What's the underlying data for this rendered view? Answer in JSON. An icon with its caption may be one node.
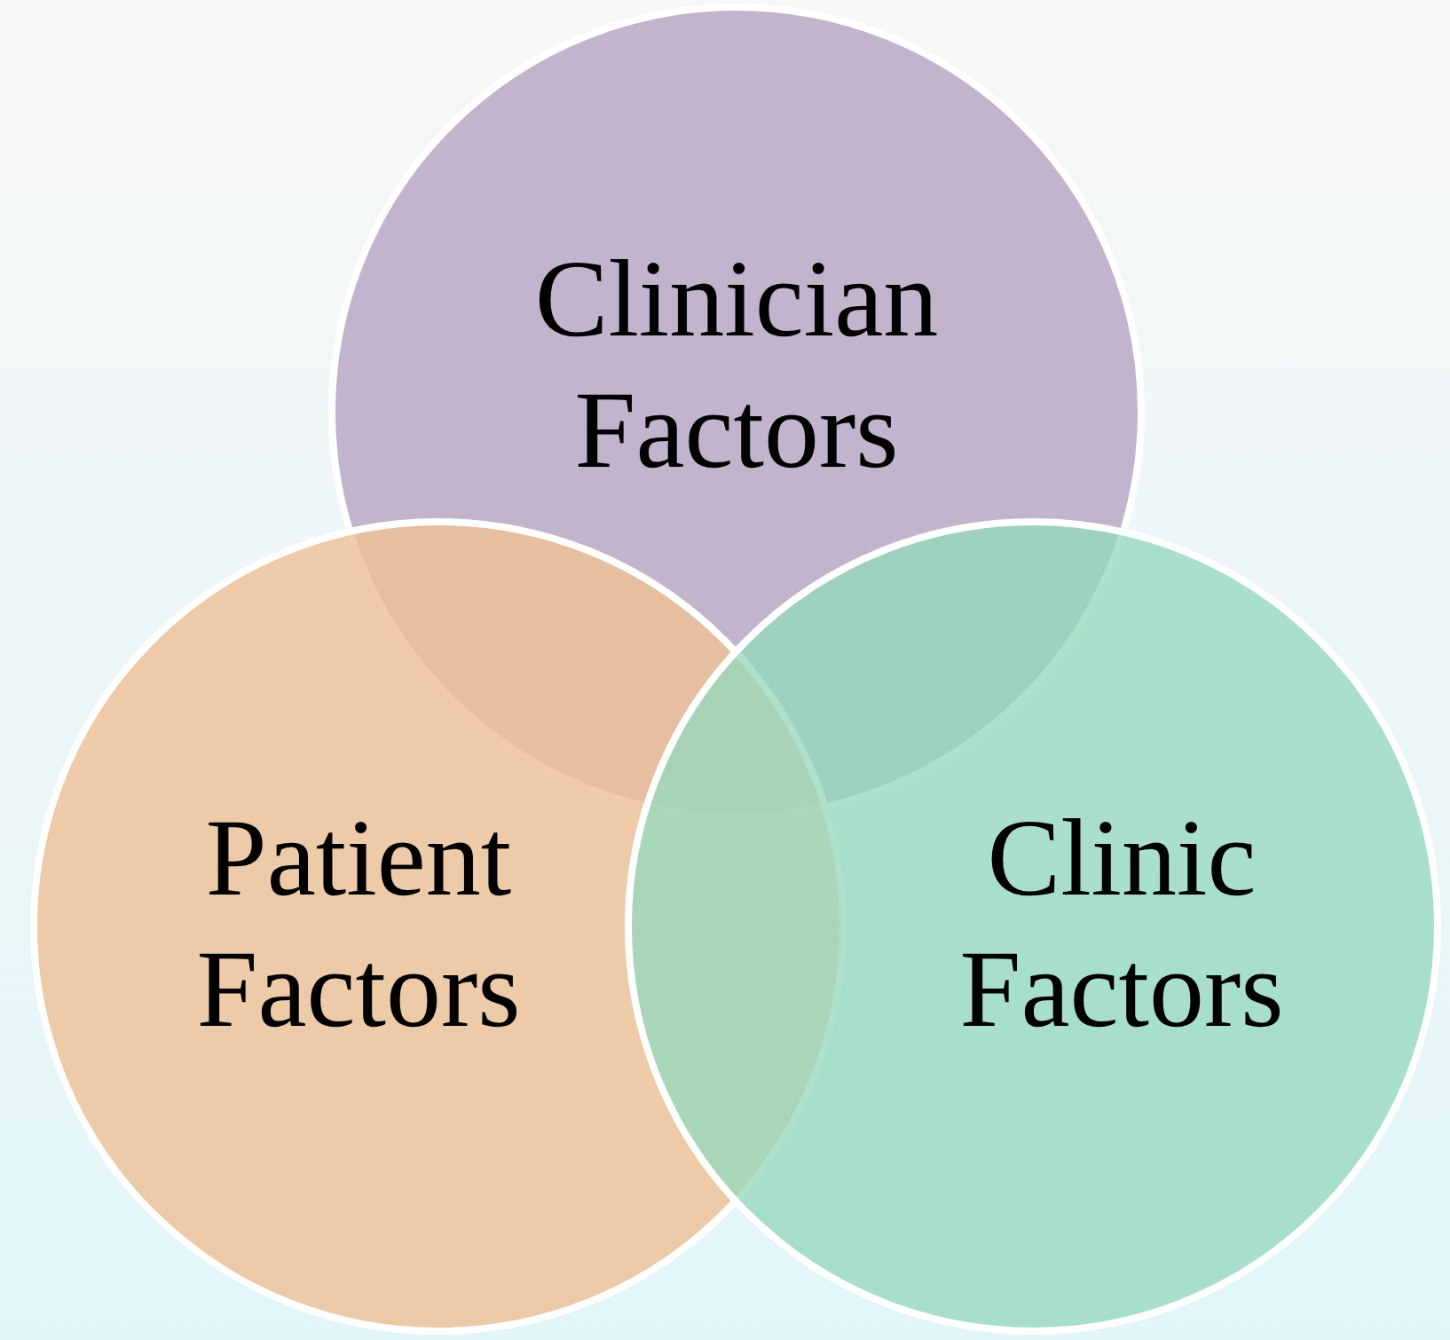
{
  "diagram": {
    "nodes": [
      {
        "text": [
          "Clinician Factors"
        ]
      },
      {
        "text": [
          "Patient Factors"
        ]
      },
      {
        "text": [
          "Clinic Factors"
        ]
      }
    ]
  }
}
